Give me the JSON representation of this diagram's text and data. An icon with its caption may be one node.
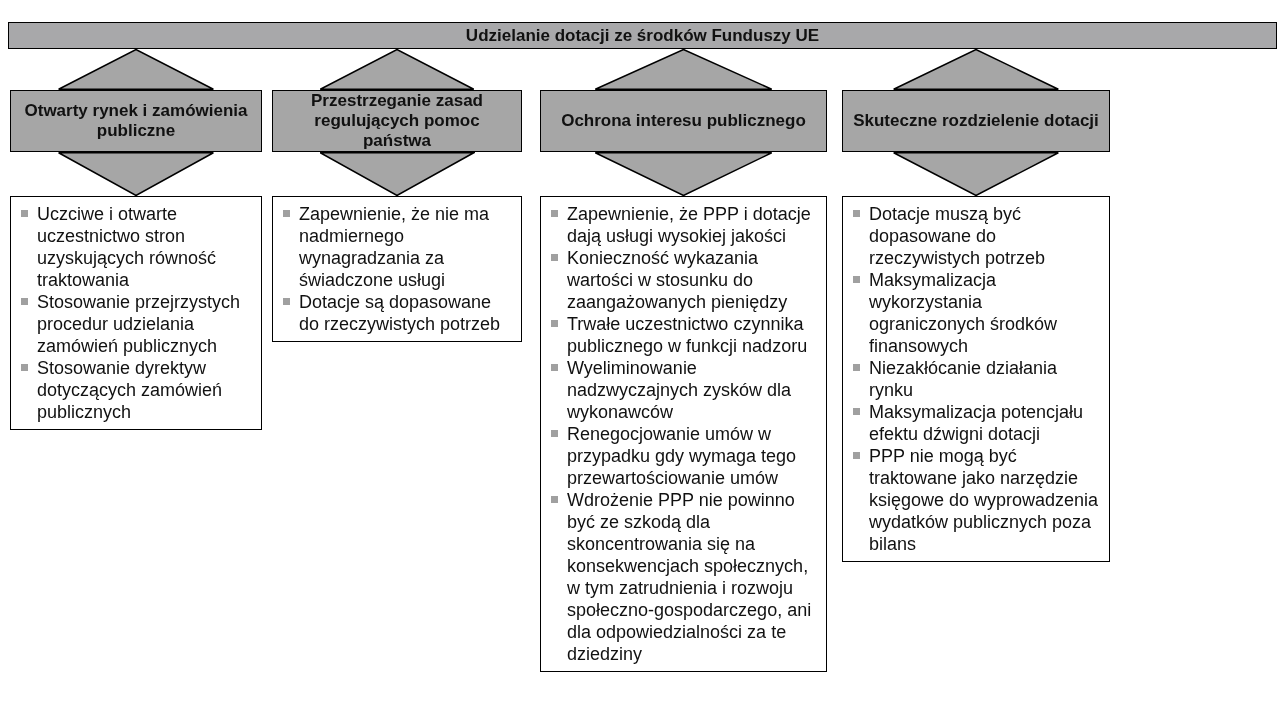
{
  "diagram": {
    "nodes": [
      {
        "text": [
          "Udzielanie dotacji ze środków Funduszy UE"
        ]
      },
      {
        "text": [
          "Otwarty rynek i zamówienia publiczne"
        ]
      },
      {
        "text": [
          "Przestrzeganie zasad regulujących pomoc państwa"
        ]
      },
      {
        "text": [
          "Ochrona interesu publicznego"
        ]
      },
      {
        "text": [
          "Skuteczne rozdzielenie dotacji"
        ]
      },
      {
        "text": [
          "Uczciwe i otwarte uczestnictwo stron uzyskujących równość traktowania",
          "Stosowanie przejrzystych procedur udzielania zamówień publicznych",
          "Stosowanie dyrektyw dotyczących zamówień publicznych"
        ]
      },
      {
        "text": [
          "Zapewnienie, że nie ma nadmiernego wynagradzania za świadczone usługi",
          "Dotacje są dopasowane do rzeczywistych potrzeb"
        ]
      },
      {
        "text": [
          "Zapewnienie, że PPP i dotacje dają usługi wysokiej jakości",
          "Konieczność wykazania wartości w stosunku do zaangażowanych pieniędzy",
          "Trwałe uczestnictwo czynnika publicznego w funkcji nadzoru",
          "Wyeliminowanie nadzwyczajnych zysków dla wykonawców",
          "Renegocjowanie umów w przypadku gdy wymaga tego przewartościowanie umów",
          "Wdrożenie PPP nie powinno być ze szkodą dla skoncentrowania się na konsekwencjach społecznych, w tym zatrudnienia i rozwoju społeczno-gospodarczego, ani dla odpowiedzialności za te dziedziny"
        ]
      },
      {
        "text": [
          "Dotacje muszą być dopasowane do rzeczywistych potrzeb",
          "Maksymalizacja wykorzystania ograniczonych środków finansowych",
          "Niezakłócanie działania rynku",
          "Maksymalizacja potencjału efektu dźwigni dotacji",
          "PPP nie mogą być traktowane jako narzędzie księgowe do wyprowadzenia wydatków publicznych poza bilans"
        ]
      }
    ],
    "edges": [
      {
        "from": 1,
        "to": 0,
        "arrow": "to"
      },
      {
        "from": 1,
        "to": 5,
        "arrow": "to"
      },
      {
        "from": 2,
        "to": 0,
        "arrow": "to"
      },
      {
        "from": 2,
        "to": 6,
        "arrow": "to"
      },
      {
        "from": 3,
        "to": 0,
        "arrow": "to"
      },
      {
        "from": 3,
        "to": 7,
        "arrow": "to"
      },
      {
        "from": 4,
        "to": 0,
        "arrow": "to"
      },
      {
        "from": 4,
        "to": 8,
        "arrow": "to"
      }
    ]
  }
}
